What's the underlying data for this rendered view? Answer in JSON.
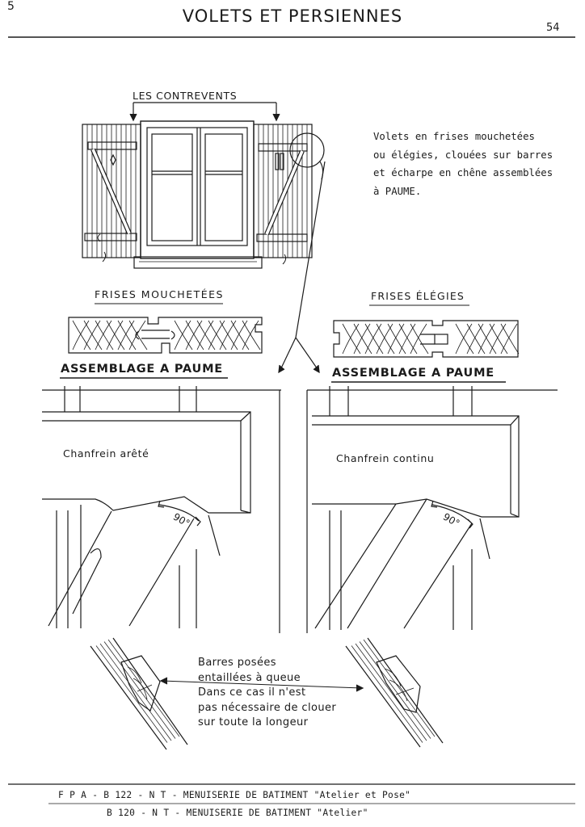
{
  "page": {
    "title": "VOLETS ET PERSIENNES",
    "page_number": "54",
    "corner_mark": "5"
  },
  "figure": {
    "window_label": "LES CONTREVENTS",
    "description_lines": [
      "Volets en frises mouchetées",
      "ou élégies, clouées sur barres",
      "et écharpe en chêne assemblées",
      "à PAUME."
    ],
    "profile_left_label": "FRISES MOUCHETÉES",
    "profile_right_label": "FRISES ÉLÉGIES",
    "joint_left_title": "ASSEMBLAGE A PAUME",
    "joint_right_title": "ASSEMBLAGE A PAUME",
    "joint_left_chamfer": "Chanfrein arêté",
    "joint_right_chamfer": "Chanfrein continu",
    "angle_left": "90°",
    "angle_right": "90°",
    "note_lines": [
      "Barres posées",
      "entaillées à queue",
      "Dans ce cas il n'est",
      "pas nécessaire de clouer",
      "sur toute la longeur"
    ]
  },
  "footer": {
    "line1": "F P A - B 122 - N T - MENUISERIE DE BATIMENT \"Atelier et Pose\"",
    "line2": "B 120 - N T - MENUISERIE DE BATIMENT \"Atelier\""
  }
}
